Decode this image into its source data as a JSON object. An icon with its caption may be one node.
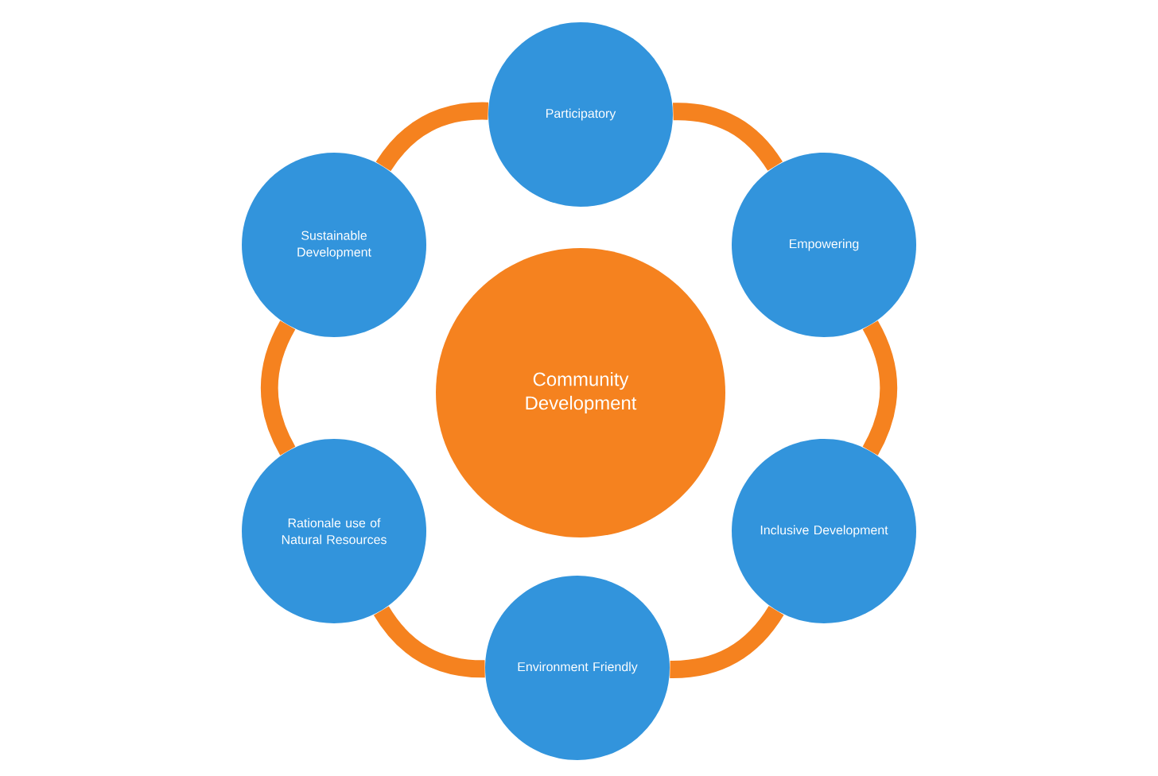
{
  "diagram": {
    "nodes": [
      {
        "text": [
          "Community Development"
        ]
      },
      {
        "text": [
          "Participatory"
        ]
      },
      {
        "text": [
          "Empowering"
        ]
      },
      {
        "text": [
          "Inclusive Development"
        ]
      },
      {
        "text": [
          "Environment Friendly"
        ]
      },
      {
        "text": [
          "Rationale use of Natural Resources"
        ]
      },
      {
        "text": [
          "Sustainable Development"
        ]
      }
    ],
    "edges": [
      {
        "from": 1,
        "to": 2,
        "arrow": "none"
      },
      {
        "from": 2,
        "to": 3,
        "arrow": "none"
      },
      {
        "from": 3,
        "to": 4,
        "arrow": "none"
      },
      {
        "from": 4,
        "to": 5,
        "arrow": "none"
      },
      {
        "from": 5,
        "to": 6,
        "arrow": "none"
      },
      {
        "from": 6,
        "to": 1,
        "arrow": "none"
      }
    ]
  }
}
